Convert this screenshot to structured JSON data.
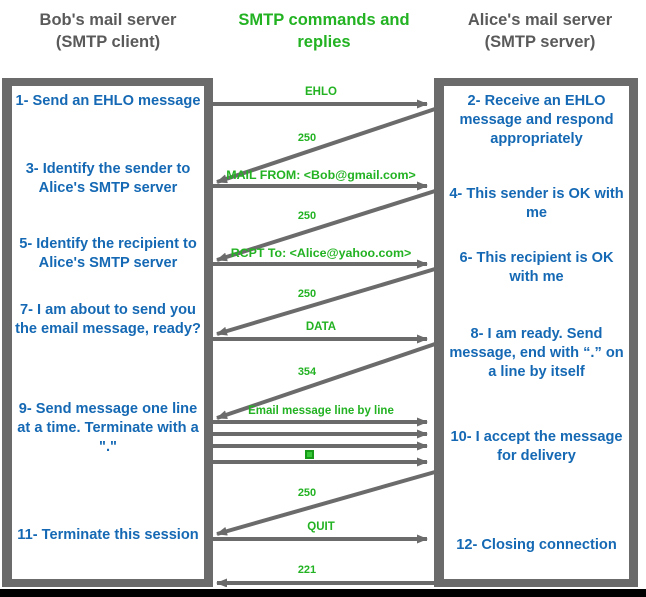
{
  "headings": {
    "left": "Bob's mail server\n(SMTP client)",
    "left_line1": "Bob's mail server",
    "left_line2": "(SMTP client)",
    "middle_line1": "SMTP commands and",
    "middle_line2": "replies",
    "right_line1": "Alice's mail server",
    "right_line2": "(SMTP server)"
  },
  "colors": {
    "step_text": "#1569b4",
    "heading_gray": "#5a5a5a",
    "label_green": "#22b222",
    "frame_gray": "#6b6b6b",
    "arrow_gray": "#6b6b6b"
  },
  "client_steps": [
    {
      "id": 1,
      "text": "1- Send an EHLO message"
    },
    {
      "id": 3,
      "text": "3- Identify the sender to Alice's SMTP server"
    },
    {
      "id": 5,
      "text": "5- Identify the recipient to Alice's SMTP server"
    },
    {
      "id": 7,
      "text": "7- I am about to send you the email message, ready?"
    },
    {
      "id": 9,
      "text": "9- Send message one line at a time. Terminate with a \".\""
    },
    {
      "id": 11,
      "text": "11- Terminate this session"
    }
  ],
  "server_steps": [
    {
      "id": 2,
      "text": "2- Receive an EHLO message and respond appropriately"
    },
    {
      "id": 4,
      "text": "4- This sender is OK with me"
    },
    {
      "id": 6,
      "text": "6- This recipient is OK with me"
    },
    {
      "id": 8,
      "text": "8-  I am ready. Send message, end with “.” on a line by itself"
    },
    {
      "id": 10,
      "text": "10-  I accept the message for delivery"
    },
    {
      "id": 12,
      "text": "12-  Closing connection"
    }
  ],
  "messages": [
    {
      "seq": 1,
      "label": "EHLO",
      "direction": "client-to-server",
      "style": "horizontal"
    },
    {
      "seq": 2,
      "label": "250",
      "direction": "server-to-client",
      "style": "diagonal"
    },
    {
      "seq": 3,
      "label": "MAIL FROM: <Bob@gmail.com>",
      "direction": "client-to-server",
      "style": "horizontal"
    },
    {
      "seq": 4,
      "label": "250",
      "direction": "server-to-client",
      "style": "diagonal"
    },
    {
      "seq": 5,
      "label": "RCPT To: <Alice@yahoo.com>",
      "direction": "client-to-server",
      "style": "horizontal"
    },
    {
      "seq": 6,
      "label": "250",
      "direction": "server-to-client",
      "style": "diagonal"
    },
    {
      "seq": 7,
      "label": "DATA",
      "direction": "client-to-server",
      "style": "horizontal"
    },
    {
      "seq": 8,
      "label": "354",
      "direction": "server-to-client",
      "style": "diagonal"
    },
    {
      "seq": 9,
      "label": "Email message line by line",
      "direction": "client-to-server",
      "style": "horizontal-multi"
    },
    {
      "seq": 10,
      "label": "250",
      "direction": "server-to-client",
      "style": "diagonal"
    },
    {
      "seq": 11,
      "label": "QUIT",
      "direction": "client-to-server",
      "style": "horizontal"
    },
    {
      "seq": 12,
      "label": "221",
      "direction": "server-to-client",
      "style": "horizontal"
    }
  ]
}
